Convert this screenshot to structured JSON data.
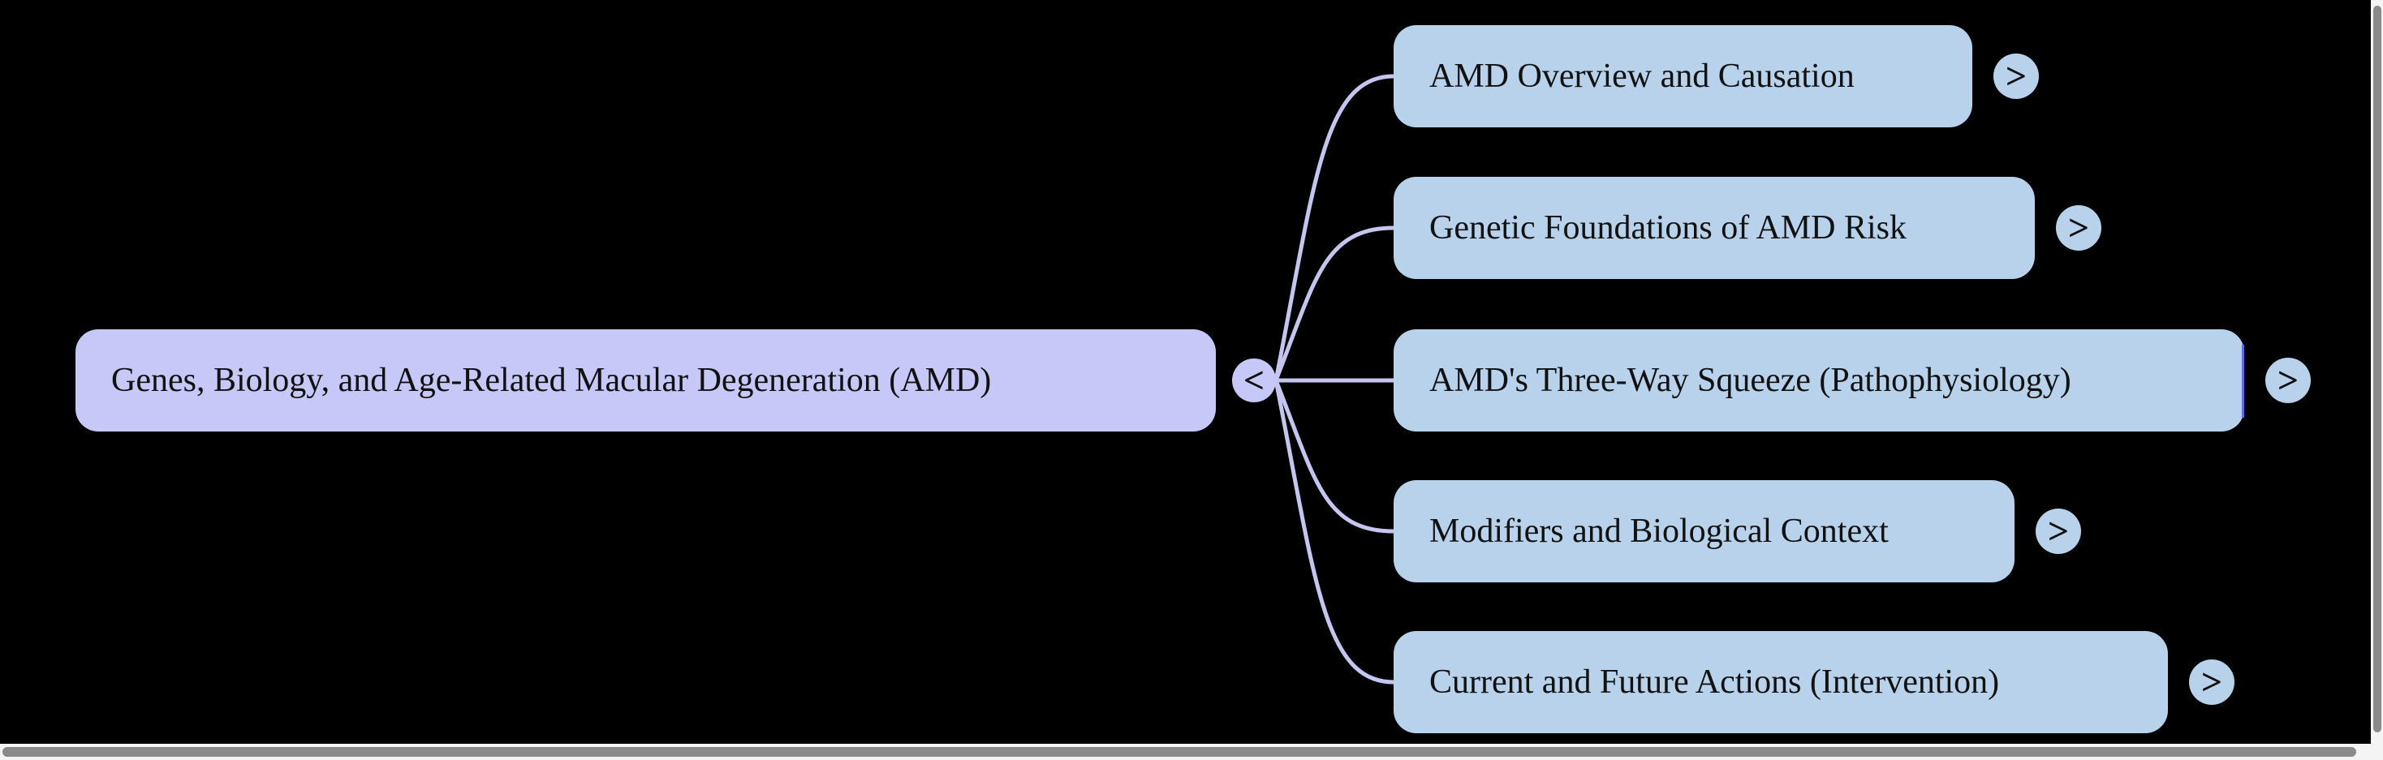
{
  "diagram": {
    "type": "mindmap",
    "root": {
      "label": "Genes, Biology, and Age-Related Macular Degeneration (AMD)",
      "toggle_glyph": "<",
      "state": "expanded"
    },
    "children": [
      {
        "label": "AMD Overview and Causation",
        "toggle_glyph": ">",
        "state": "collapsed"
      },
      {
        "label": "Genetic Foundations of AMD Risk",
        "toggle_glyph": ">",
        "state": "collapsed"
      },
      {
        "label": "AMD's Three-Way Squeeze (Pathophysiology)",
        "toggle_glyph": ">",
        "state": "collapsed"
      },
      {
        "label": "Modifiers and Biological Context",
        "toggle_glyph": ">",
        "state": "collapsed"
      },
      {
        "label": "Current and Future Actions (Intervention)",
        "toggle_glyph": ">",
        "state": "collapsed"
      }
    ]
  },
  "colors": {
    "canvas_bg": "#000000",
    "root_fill": "#c6c8f7",
    "child_fill": "#b8d2ec",
    "link_stroke": "#c4c6f0",
    "node_text": "#111111",
    "caret": "#6666e8",
    "scroll_track": "#f4f4f4",
    "scroll_thumb": "#8a8a8a"
  }
}
